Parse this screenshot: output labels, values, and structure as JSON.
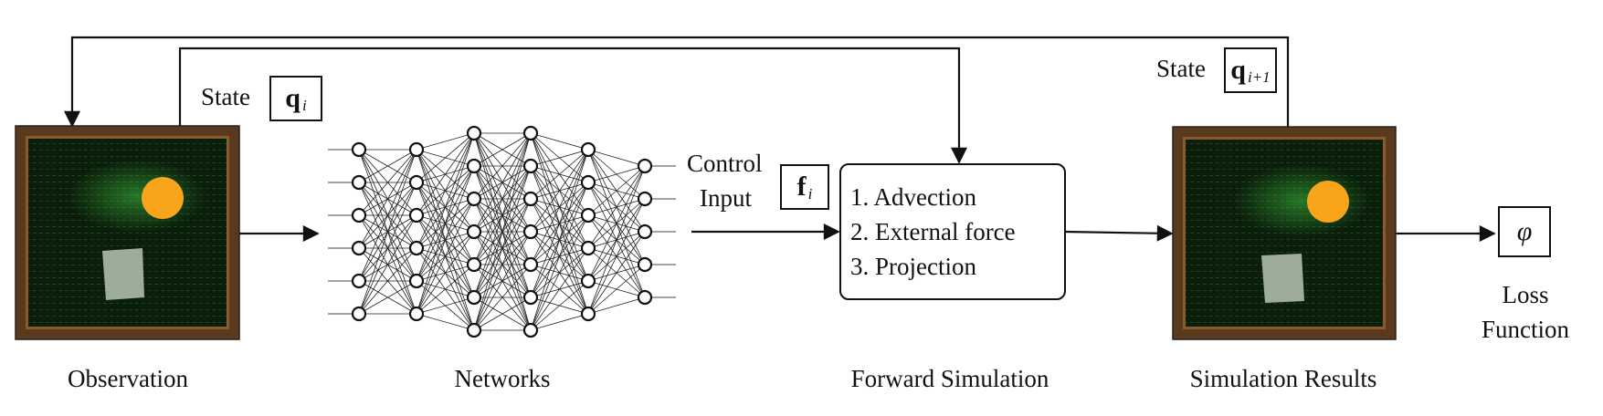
{
  "labels": {
    "observation": "Observation",
    "networks": "Networks",
    "forward_simulation": "Forward Simulation",
    "simulation_results": "Simulation Results",
    "loss_line1": "Loss",
    "loss_line2": "Function"
  },
  "state_input": {
    "prefix": "State",
    "symbol": "q",
    "subscript": "i"
  },
  "state_output": {
    "prefix": "State",
    "symbol": "q",
    "subscript": "i+1"
  },
  "control": {
    "line1": "Control",
    "line2": "Input",
    "symbol": "f",
    "subscript": "i"
  },
  "simulation_steps": [
    "1. Advection",
    "2. External force",
    "3. Projection"
  ],
  "loss_symbol": "φ",
  "colors": {
    "frame": "#5a3a1c",
    "field": "#0b1e0b",
    "vectors": "#2f8a2f",
    "sphere": "#f8a51c",
    "block": "#b9c6b4"
  },
  "network_layers": [
    6,
    6,
    7,
    7,
    6,
    5
  ]
}
